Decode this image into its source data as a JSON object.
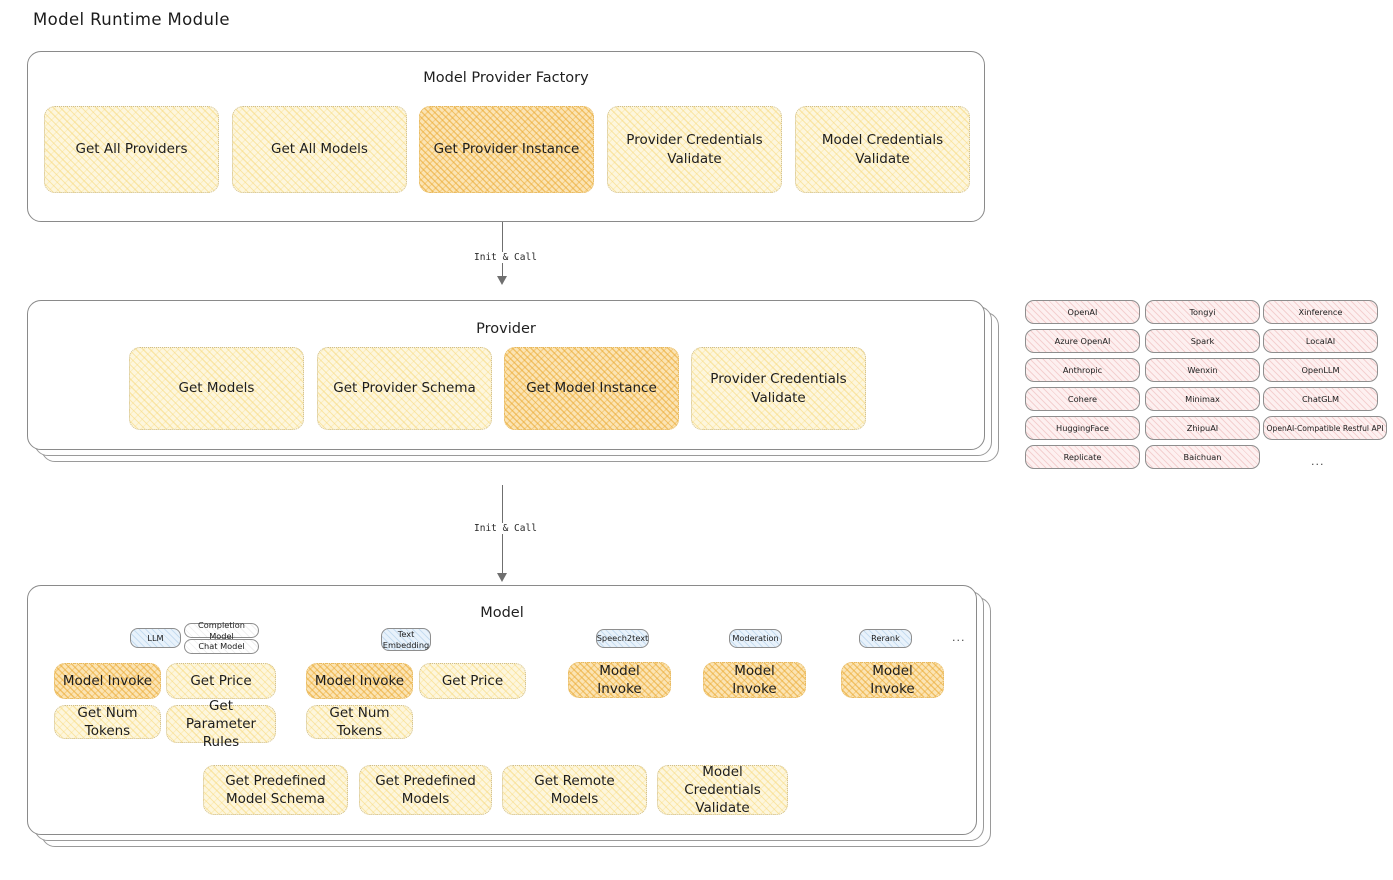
{
  "title": "Model Runtime Module",
  "colors": {
    "node_fill": "#fdf6dd",
    "node_highlight_fill": "#fbe4b4",
    "chip_fill": "#fdf0f0",
    "badge_fill": "#e8f2fb",
    "stroke": "#8a8a8a"
  },
  "factory": {
    "title": "Model Provider Factory",
    "nodes": [
      {
        "label": "Get All Providers",
        "highlighted": false
      },
      {
        "label": "Get All Models",
        "highlighted": false
      },
      {
        "label": "Get Provider Instance",
        "highlighted": true
      },
      {
        "label": "Provider Credentials Validate",
        "highlighted": false
      },
      {
        "label": "Model Credentials Validate",
        "highlighted": false
      }
    ]
  },
  "arrows": [
    {
      "label": "Init & Call"
    },
    {
      "label": "Init & Call"
    }
  ],
  "provider": {
    "title": "Provider",
    "nodes": [
      {
        "label": "Get Models",
        "highlighted": false
      },
      {
        "label": "Get Provider Schema",
        "highlighted": false
      },
      {
        "label": "Get Model Instance",
        "highlighted": true
      },
      {
        "label": "Provider Credentials Validate",
        "highlighted": false
      }
    ]
  },
  "provider_list": {
    "columns": [
      [
        "OpenAI",
        "Azure OpenAI",
        "Anthropic",
        "Cohere",
        "HuggingFace",
        "Replicate"
      ],
      [
        "Tongyi",
        "Spark",
        "Wenxin",
        "Minimax",
        "ZhipuAI",
        "Baichuan"
      ],
      [
        "Xinference",
        "LocalAI",
        "OpenLLM",
        "ChatGLM",
        "OpenAI-Compatible Restful API"
      ]
    ],
    "ellipsis": "..."
  },
  "model": {
    "title": "Model",
    "ellipsis": "...",
    "types": [
      {
        "badge": "LLM",
        "sub_badges": [
          "Completion Model",
          "Chat Model"
        ],
        "nodes": [
          {
            "label": "Model Invoke",
            "highlighted": true
          },
          {
            "label": "Get Price",
            "highlighted": false
          },
          {
            "label": "Get Num Tokens",
            "highlighted": false
          },
          {
            "label": "Get Parameter Rules",
            "highlighted": false
          }
        ]
      },
      {
        "badge": "Text Embedding",
        "sub_badges": [],
        "nodes": [
          {
            "label": "Model Invoke",
            "highlighted": true
          },
          {
            "label": "Get Price",
            "highlighted": false
          },
          {
            "label": "Get Num Tokens",
            "highlighted": false
          }
        ]
      },
      {
        "badge": "Speech2text",
        "sub_badges": [],
        "nodes": [
          {
            "label": "Model Invoke",
            "highlighted": true
          }
        ]
      },
      {
        "badge": "Moderation",
        "sub_badges": [],
        "nodes": [
          {
            "label": "Model Invoke",
            "highlighted": true
          }
        ]
      },
      {
        "badge": "Rerank",
        "sub_badges": [],
        "nodes": [
          {
            "label": "Model Invoke",
            "highlighted": true
          }
        ]
      }
    ],
    "common_nodes": [
      {
        "label": "Get Predefined Model Schema"
      },
      {
        "label": "Get Predefined Models"
      },
      {
        "label": "Get Remote Models"
      },
      {
        "label": "Model Credentials Validate"
      }
    ]
  }
}
